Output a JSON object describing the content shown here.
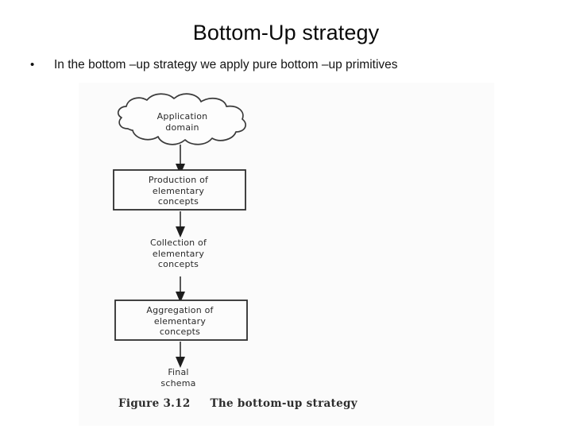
{
  "slide": {
    "title": "Bottom-Up strategy",
    "bullet_marker": "•",
    "bullet_text": "In the bottom –up strategy we apply pure bottom –up primitives"
  },
  "figure": {
    "caption": "Figure 3.12     The bottom-up strategy",
    "nodes": [
      {
        "id": "application-domain",
        "shape": "cloud",
        "label": "Application\ndomain"
      },
      {
        "id": "production",
        "shape": "box",
        "label": "Production of\nelementary\nconcepts"
      },
      {
        "id": "collection",
        "shape": "text",
        "label": "Collection of\nelementary\nconcepts"
      },
      {
        "id": "aggregation",
        "shape": "box",
        "label": "Aggregation of\nelementary\nconcepts"
      },
      {
        "id": "final-schema",
        "shape": "text",
        "label": "Final\nschema"
      }
    ],
    "arrows": [
      {
        "from": "application-domain",
        "to": "production"
      },
      {
        "from": "production",
        "to": "collection"
      },
      {
        "from": "collection",
        "to": "aggregation"
      },
      {
        "from": "aggregation",
        "to": "final-schema"
      }
    ]
  },
  "colors": {
    "page_background": "#ffffff",
    "figure_background": "#fbfbfb",
    "ink": "#2a2a2a",
    "title_ink": "#0a0a0a"
  }
}
